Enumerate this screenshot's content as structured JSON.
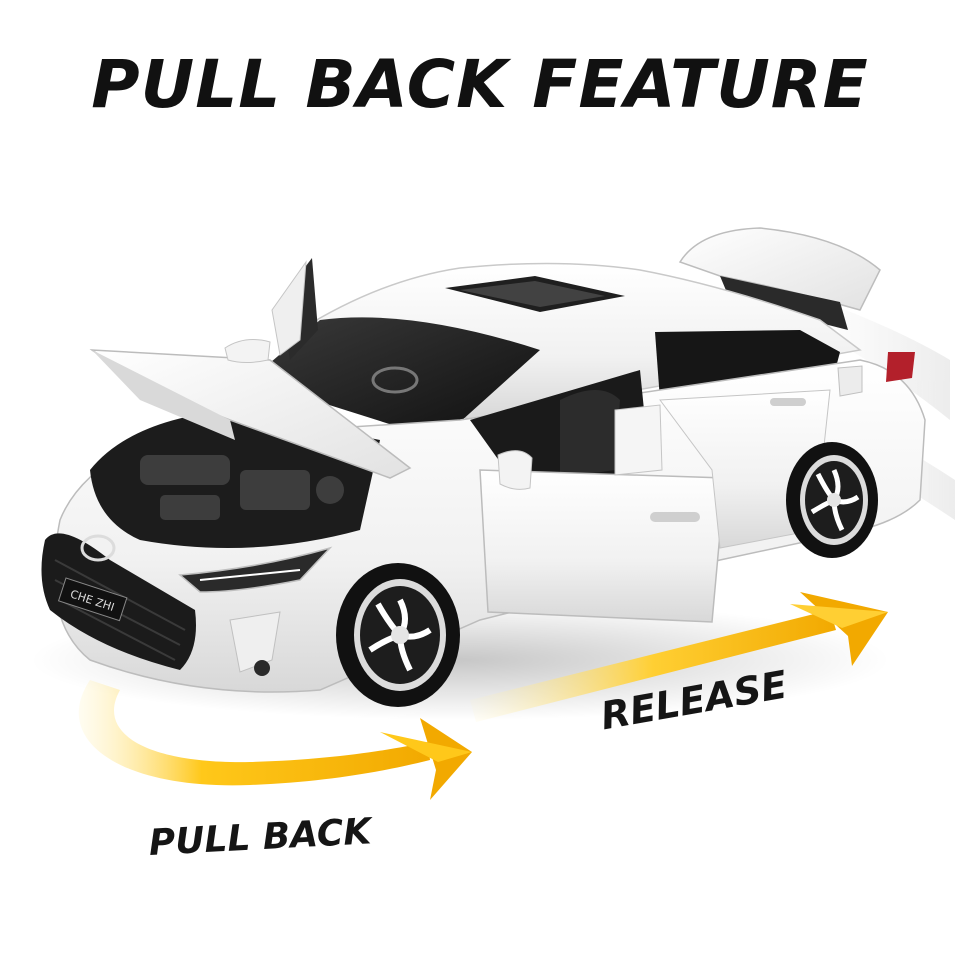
{
  "headline": "PULL BACK FEATURE",
  "labels": {
    "pull_back": "PULL BACK",
    "release": "RELEASE"
  },
  "badge": {
    "plate_text": "CHE ZHI"
  },
  "colors": {
    "background": "#ffffff",
    "text": "#111111",
    "arrow": "#f5b400",
    "car_body": "#f4f4f4",
    "car_dark": "#1a1a1a"
  }
}
